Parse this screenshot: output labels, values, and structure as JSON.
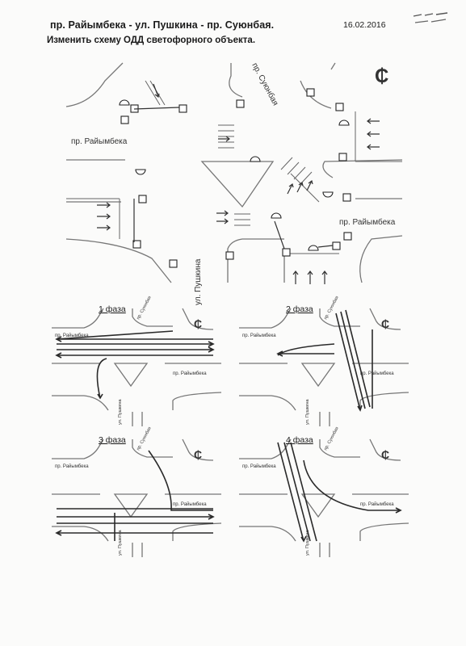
{
  "header": {
    "title": "пр. Райымбека - ул. Пушкина - пр. Суюнбая.",
    "date": "16.02.2016",
    "subtitle": "Изменить схему ОДД  светофорного объекта."
  },
  "main_scheme": {
    "street_suyunbai": "пр. Суюнбая",
    "street_raiymbek_left": "пр. Райымбека",
    "street_raiymbek_right": "пр. Райымбека",
    "street_pushkin": "ул. Пушкина",
    "compass_symbol": "₵"
  },
  "phases": [
    {
      "label": "1 фаза",
      "raiymbek_left": "пр. Райымбека",
      "raiymbek_right": "пр. Райымбека",
      "suyunbai": "пр. Суюнбая",
      "pushkin": "ул. Пушкина"
    },
    {
      "label": "2 фаза",
      "raiymbek_left": "пр. Райымбека",
      "raiymbek_right": "пр. Райымбека",
      "suyunbai": "пр. Суюнбая",
      "pushkin": "ул. Пушкина"
    },
    {
      "label": "3 фаза",
      "raiymbek_left": "пр. Райымбека",
      "raiymbek_right": "пр. Райымбека",
      "suyunbai": "пр. Суюнбая",
      "pushkin": "ул. Пушкина"
    },
    {
      "label": "4 фаза",
      "raiymbek_left": "пр. Райымбека",
      "raiymbek_right": "пр. Райымбека",
      "suyunbai": "пр. Суюнбая",
      "pushkin": "ул. Пушкина"
    }
  ],
  "colors": {
    "ink": "#222222",
    "road": "#777777",
    "paper": "#fbfbfa"
  }
}
